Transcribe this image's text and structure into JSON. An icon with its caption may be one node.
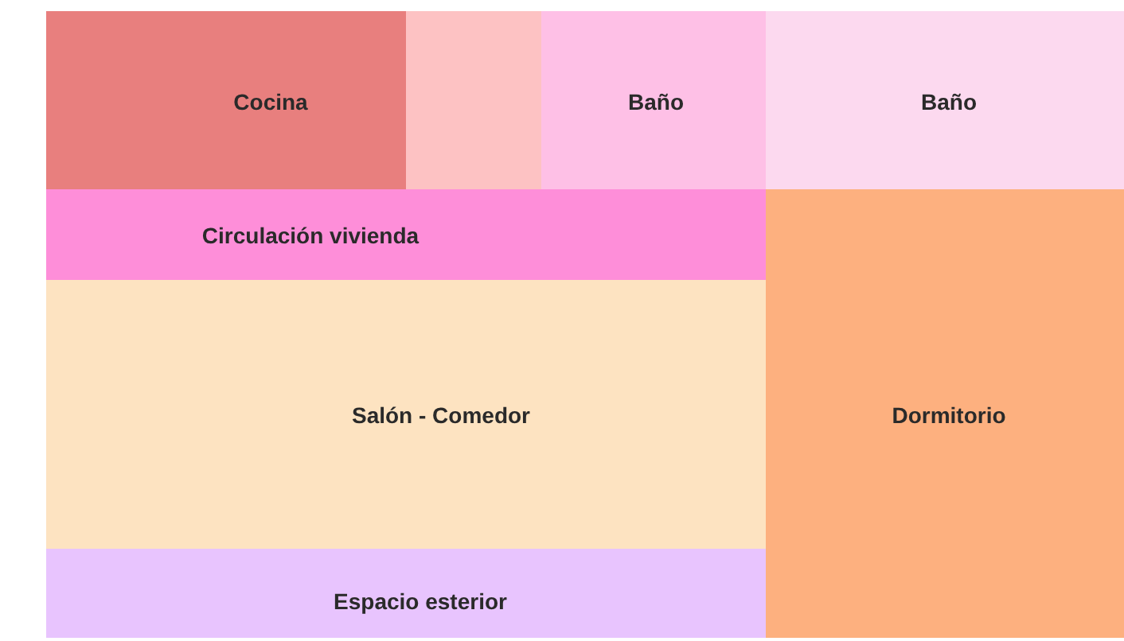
{
  "diagram": {
    "nodes": [
      {
        "text": [
          "Cocina"
        ]
      },
      {
        "text": [],
        "shape": "box"
      },
      {
        "text": [
          "Baño"
        ]
      },
      {
        "text": [
          "Baño"
        ]
      },
      {
        "text": [
          "Circulación vivienda"
        ]
      },
      {
        "text": [
          "Salón - Comedor"
        ]
      },
      {
        "text": [
          "Dormitorio"
        ]
      },
      {
        "text": [
          "Espacio esterior"
        ]
      }
    ]
  }
}
